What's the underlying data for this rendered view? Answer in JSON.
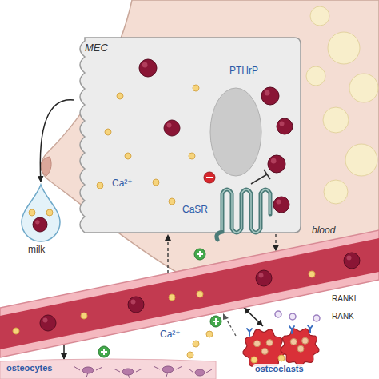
{
  "diagram": {
    "nodes": [
      {
        "text": [
          "MEC",
          "PTHrP",
          "Ca²⁺",
          "CaSR"
        ]
      },
      {
        "text": [
          "milk"
        ]
      },
      {
        "text": [
          "blood"
        ]
      },
      {
        "text": [
          "osteoclasts"
        ]
      },
      {
        "text": [
          "osteocytes"
        ]
      }
    ],
    "edges": [
      {
        "from": 0,
        "to": 1,
        "arrow": "to"
      },
      {
        "from": 0,
        "to": 2,
        "arrow": "to"
      },
      {
        "from": 2,
        "to": 0,
        "arrow": "to"
      },
      {
        "from": 2,
        "to": 4,
        "arrow": "to"
      },
      {
        "from": 2,
        "to": 3,
        "arrow": "both"
      }
    ],
    "labels": [
      "RANKL",
      "RANK",
      "Ca²⁺"
    ]
  }
}
